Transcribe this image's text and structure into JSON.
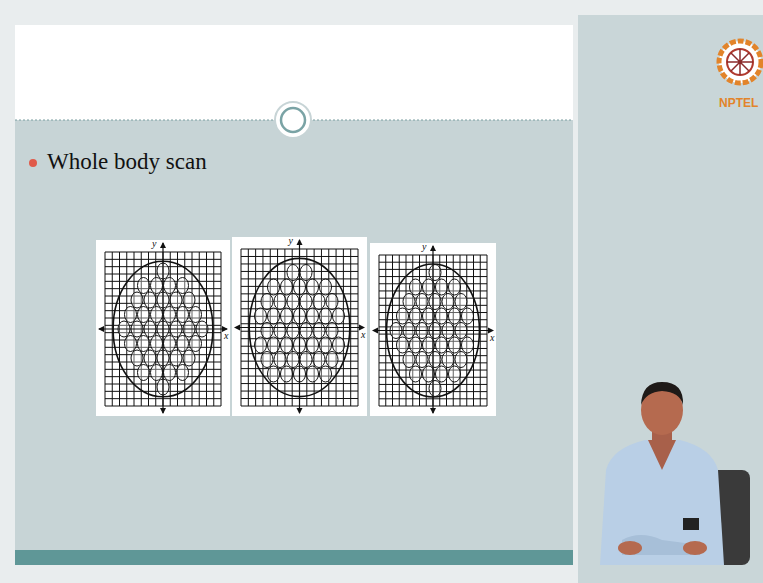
{
  "diagram": {
    "labels": [
      "Whole body scan",
      "y",
      "x",
      "y",
      "x",
      "y",
      "x",
      "NPTEL"
    ]
  }
}
